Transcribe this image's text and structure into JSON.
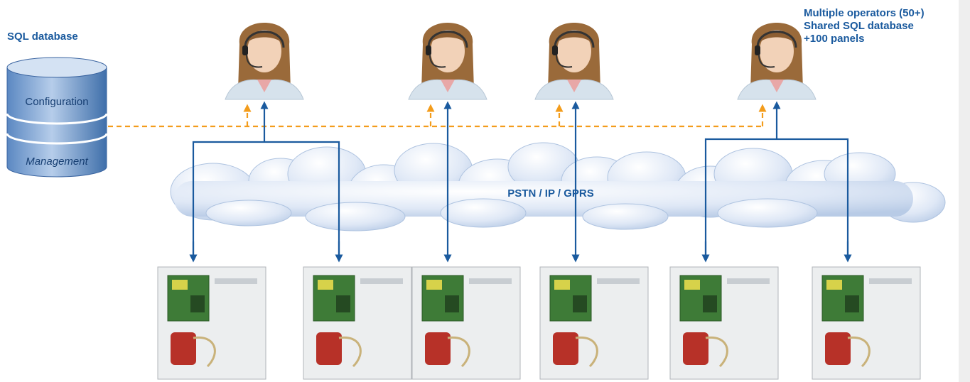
{
  "database": {
    "title": "SQL database",
    "layers": [
      "Configuration",
      "Management"
    ]
  },
  "network": {
    "label": "PSTN / IP / GPRS"
  },
  "notes": [
    "Multiple operators (50+)",
    "Shared SQL database",
    "+100 panels"
  ],
  "operators": {
    "count": 4,
    "icon": "operator-headset-icon"
  },
  "panels": {
    "count": 6,
    "icon": "control-panel-icon"
  },
  "colors": {
    "text": "#1a5a9e",
    "link": "#1a5a9e",
    "database_link": "#f39c1b",
    "database": "#7ea6d4",
    "cloud": "#c9d9ef"
  }
}
